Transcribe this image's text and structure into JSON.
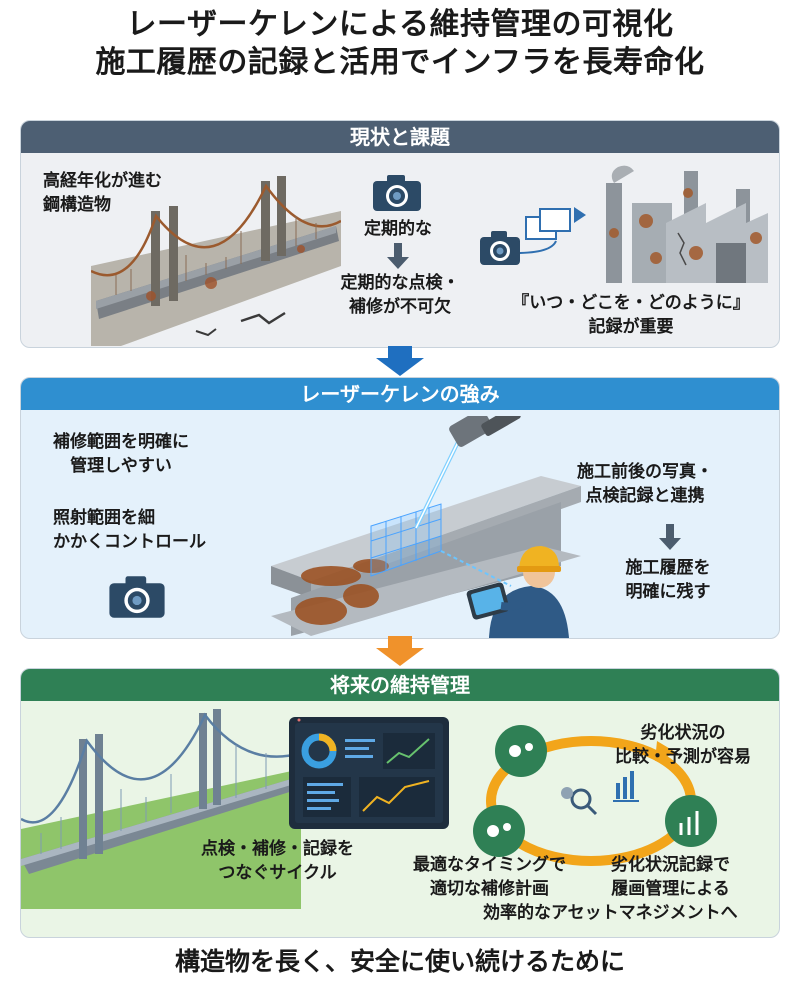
{
  "title": {
    "line1": "レーザーケレンによる維持管理の可視化",
    "line2": "施工履歴の記録と活用でインフラを長寿命化"
  },
  "section1": {
    "heading": "現状と課題",
    "aging_label": [
      "高経年化が進む",
      "鋼構造物"
    ],
    "periodic": "定期的な",
    "inspection": [
      "定期的な点検・",
      "補修が不可欠"
    ],
    "record": [
      "『いつ・どこを・どのように』",
      "記録が重要"
    ]
  },
  "section2": {
    "heading": "レーザーケレンの強み",
    "left1": [
      "補修範囲を明確に",
      "管理しやすい"
    ],
    "left2": [
      "照射範囲を細",
      "かかくコントロール"
    ],
    "right1": [
      "施工前後の写真・",
      "点検記録と連携"
    ],
    "right2": [
      "施工履歴を",
      "明確に残す"
    ]
  },
  "section3": {
    "heading": "将来の維持管理",
    "cycle": [
      "点検・補修・記録を",
      "つなぐサイクル"
    ],
    "compare": [
      "劣化状況の",
      "比較・予測が容易"
    ],
    "timing": [
      "最適なタイミングで",
      "適切な補修計画"
    ],
    "history": [
      "劣化状況記録で",
      "履画管理による"
    ],
    "asset": "効率的なアセットマネジメントへ"
  },
  "footer": "構造物を長く、安全に使い続けるために",
  "colors": {
    "section1": "#4d5f73",
    "section2": "#2f8fd0",
    "section3": "#2f8055",
    "arrow_blue": "#1f6fc0",
    "arrow_orange": "#f0922b"
  },
  "icons": [
    "camera-icon",
    "gear-icon",
    "chart-icon",
    "magnifier-icon",
    "arrow-down-icon"
  ]
}
